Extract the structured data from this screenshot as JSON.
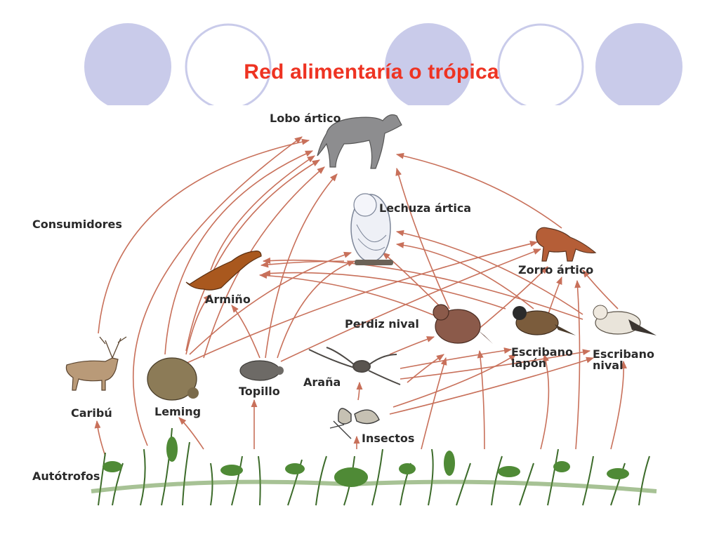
{
  "slide": {
    "title": "Red alimentaría o trópica"
  },
  "colors": {
    "title": "#ee3322",
    "circle_fill": "#c9cbea",
    "circle_outline": "#c9cbea",
    "arrow": "#c8705a",
    "label": "#2a2a2a"
  },
  "levels": {
    "consumers": "Consumidores",
    "autotrophs": "Autótrofos"
  },
  "organisms": {
    "wolf": "Lobo ártico",
    "owl": "Lechuza ártica",
    "fox": "Zorro ártico",
    "stoat": "Armiño",
    "ptarmigan": "Perdiz nival",
    "lapland_bunting_1": "Escribano",
    "lapland_bunting_2": "lapón",
    "snow_bunting_1": "Escribano",
    "snow_bunting_2": "nival",
    "caribou": "Caribú",
    "lemming": "Leming",
    "vole": "Topillo",
    "spider": "Araña",
    "insects": "Insectos"
  }
}
